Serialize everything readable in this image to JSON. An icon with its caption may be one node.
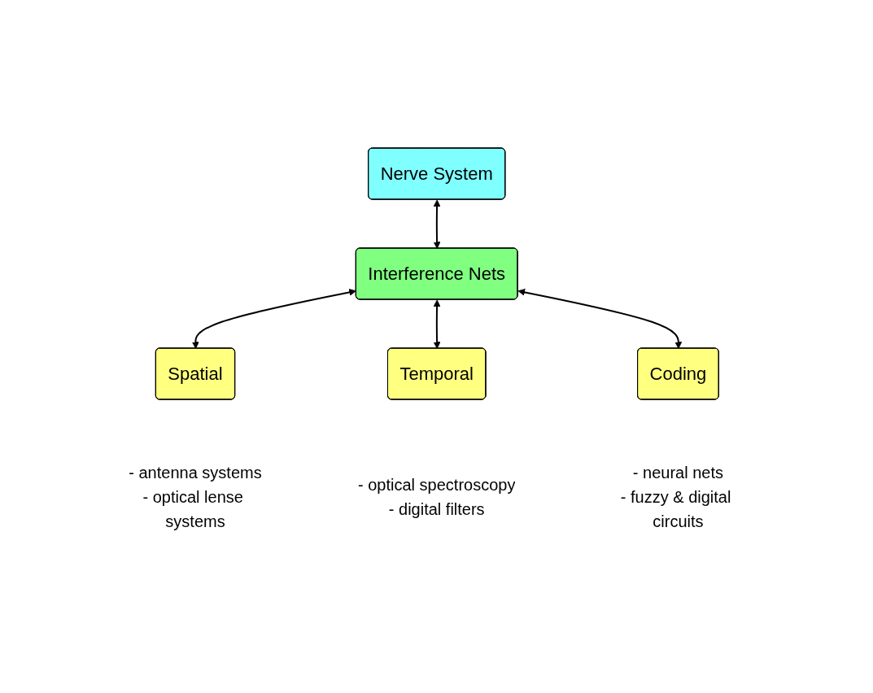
{
  "diagram": {
    "nodes": [
      {
        "text": [
          "Nerve System"
        ]
      },
      {
        "text": [
          "Interference Nets"
        ]
      },
      {
        "text": [
          "Spatial"
        ],
        "beside": [
          "- antenna systems",
          "- optical lense systems"
        ]
      },
      {
        "text": [
          "Temporal"
        ],
        "beside": [
          "- optical spectroscopy",
          "- digital filters"
        ]
      },
      {
        "text": [
          "Coding"
        ],
        "beside": [
          "- neural nets",
          "- fuzzy & digital circuits"
        ]
      }
    ],
    "edges": [
      {
        "from": 0,
        "to": 1,
        "arrow": "both"
      },
      {
        "from": 1,
        "to": 2,
        "arrow": "both"
      },
      {
        "from": 1,
        "to": 3,
        "arrow": "both"
      },
      {
        "from": 1,
        "to": 4,
        "arrow": "both"
      }
    ]
  }
}
